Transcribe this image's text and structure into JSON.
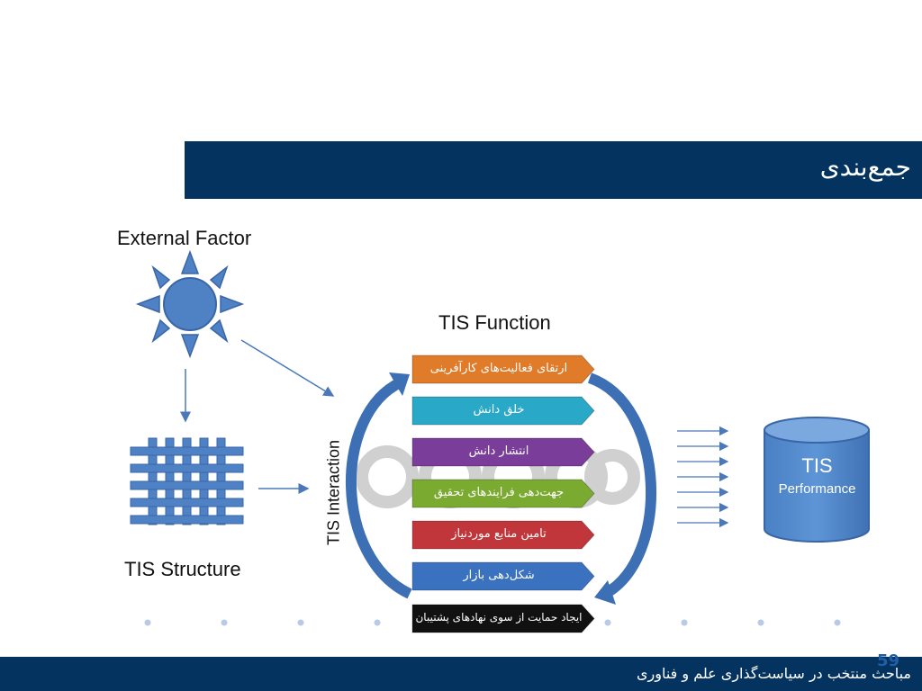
{
  "header": {
    "title": "جمع‌بندی"
  },
  "footer": {
    "text": "مباحث منتخب در سیاست‌گذاری علم و فناوری",
    "page_number": "59"
  },
  "diagram": {
    "external_factor": "External Factor",
    "tis_structure": "TIS Structure",
    "tis_function": "TIS Function",
    "tis_interaction": "TIS Interaction",
    "performance_title": "TIS",
    "performance_subtitle": "Performance",
    "functions": [
      {
        "label": "ارتقای فعالیت‌های کارآفرینی",
        "color": "#e07b2a"
      },
      {
        "label": "خلق دانش",
        "color": "#2aa8c8"
      },
      {
        "label": "انتشار دانش",
        "color": "#7a3d9a"
      },
      {
        "label": "جهت‌دهی فرایندهای تحقیق",
        "color": "#7aab30"
      },
      {
        "label": "تامین منابع موردنیاز",
        "color": "#c0363a"
      },
      {
        "label": "شکل‌دهی بازار",
        "color": "#3a72c0"
      },
      {
        "label": "ایجاد حمایت از سوی نهادهای پشتیبان",
        "color": "#111111"
      }
    ]
  }
}
